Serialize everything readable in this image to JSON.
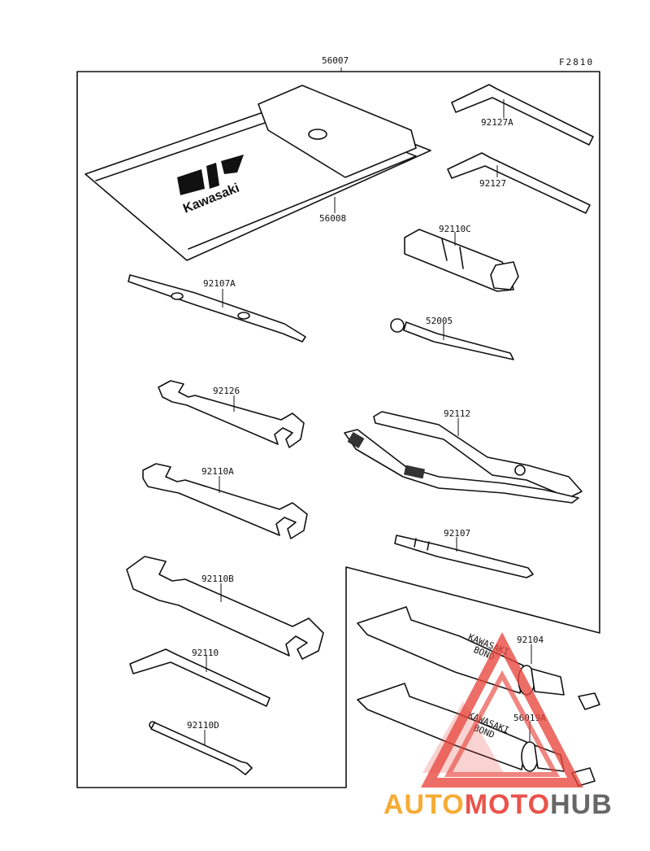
{
  "diagram": {
    "assembly_label": "56007",
    "figure_code": "F2810",
    "pouch_brand": "Kawasaki",
    "tube_print": [
      "KAWASAKI",
      "BOND"
    ],
    "parts": [
      {
        "id": "56008"
      },
      {
        "id": "92127A"
      },
      {
        "id": "92127"
      },
      {
        "id": "92110C"
      },
      {
        "id": "52005"
      },
      {
        "id": "92107A"
      },
      {
        "id": "92126"
      },
      {
        "id": "92112"
      },
      {
        "id": "92110A"
      },
      {
        "id": "92107"
      },
      {
        "id": "92110B"
      },
      {
        "id": "92104"
      },
      {
        "id": "92110"
      },
      {
        "id": "56019A"
      },
      {
        "id": "92110D"
      }
    ]
  },
  "watermark": {
    "part1": "AUTO",
    "part2": "MOTO",
    "part3": "HUB",
    "colors": {
      "orange": "#f5a623",
      "red": "#e8453c",
      "gray": "#5b5b5b"
    }
  }
}
